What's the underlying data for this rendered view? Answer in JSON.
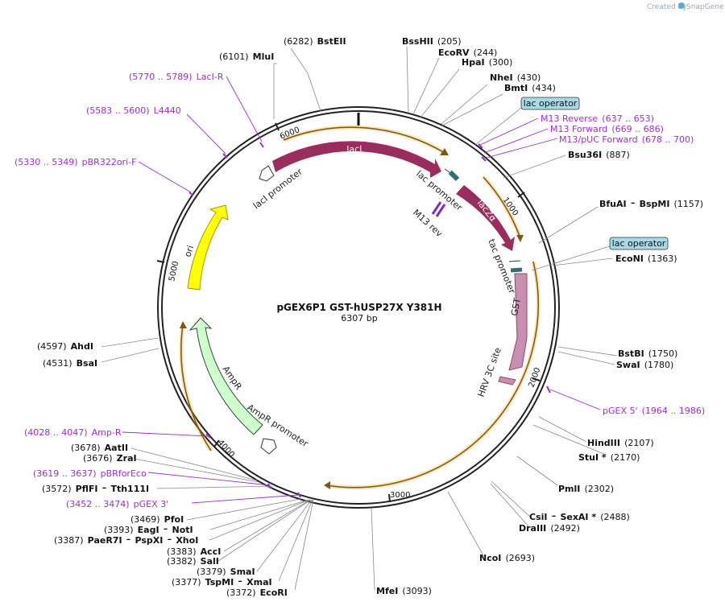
{
  "credit": {
    "prefix": "Created by",
    "brand": "SnapGene"
  },
  "plasmid": {
    "name": "pGEX6P1 GST-hUSP27X Y381H",
    "length": "6307 bp"
  },
  "ring_ticks": [
    "1000",
    "2000",
    "3000",
    "4000",
    "5000",
    "6000"
  ],
  "sites": [
    {
      "pos": "(6282)",
      "name": "BstEII"
    },
    {
      "name": "BssHII",
      "pos": "(205)"
    },
    {
      "name": "EcoRV",
      "pos": "(244)"
    },
    {
      "name": "HpaI",
      "pos": "(300)"
    },
    {
      "pos": "(6101)",
      "name": "MluI"
    },
    {
      "name": "NheI",
      "pos": "(430)"
    },
    {
      "name": "BmtI",
      "pos": "(434)"
    },
    {
      "name": "Bsu36I",
      "pos": "(887)"
    },
    {
      "name": "BfuAI",
      "name2": "BspMI",
      "pos": "(1157)"
    },
    {
      "name": "EcoNI",
      "pos": "(1363)"
    },
    {
      "name": "BstBI",
      "pos": "(1750)"
    },
    {
      "name": "SwaI",
      "pos": "(1780)"
    },
    {
      "name": "HindIII",
      "pos": "(2107)"
    },
    {
      "name": "StuI *",
      "pos": "(2170)"
    },
    {
      "name": "PmlI",
      "pos": "(2302)"
    },
    {
      "name": "CsiI",
      "name2": "SexAI *",
      "pos": "(2488)"
    },
    {
      "name": "DraIII",
      "pos": "(2492)"
    },
    {
      "name": "NcoI",
      "pos": "(2693)"
    },
    {
      "name": "MfeI",
      "pos": "(3093)"
    },
    {
      "pos": "(4597)",
      "name": "AhdI"
    },
    {
      "pos": "(4531)",
      "name": "BsaI"
    },
    {
      "pos": "(3678)",
      "name": "AatII"
    },
    {
      "pos": "(3676)",
      "name": "ZraI"
    },
    {
      "pos": "(3572)",
      "name": "PflFI",
      "name2": "Tth111I"
    },
    {
      "pos": "(3469)",
      "name": "PfoI"
    },
    {
      "pos": "(3393)",
      "name": "EagI",
      "name2": "NotI"
    },
    {
      "pos": "(3387)",
      "name": "PaeR7I",
      "name2": "PspXI",
      "name3": "XhoI"
    },
    {
      "pos": "(3383)",
      "name": "AccI"
    },
    {
      "pos": "(3382)",
      "name": "SalI"
    },
    {
      "pos": "(3379)",
      "name": "SmaI"
    },
    {
      "pos": "(3377)",
      "name": "TspMI",
      "name2": "XmaI"
    },
    {
      "pos": "(3372)",
      "name": "EcoRI"
    }
  ],
  "primers": [
    {
      "range": "(5770 .. 5789)",
      "name": "LacI-R"
    },
    {
      "range": "(5583 .. 5600)",
      "name": "L4440"
    },
    {
      "range": "(5330 .. 5349)",
      "name": "pBR322ori-F"
    },
    {
      "name": "M13 Reverse",
      "range": "(637 .. 653)"
    },
    {
      "name": "M13 Forward",
      "range": "(669 .. 686)"
    },
    {
      "name": "M13/pUC Forward",
      "range": "(678 .. 700)"
    },
    {
      "name": "pGEX 5'",
      "range": "(1964 .. 1986)"
    },
    {
      "range": "(4028 .. 4047)",
      "name": "Amp-R"
    },
    {
      "range": "(3619 .. 3637)",
      "name": "pBRforEco"
    },
    {
      "range": "(3452 .. 3474)",
      "name": "pGEX 3'"
    }
  ],
  "boxed_features": [
    {
      "label": "lac operator"
    },
    {
      "label": "lac operator"
    }
  ],
  "features": {
    "lacI": "lacI",
    "lacI_promoter": "lacI promoter",
    "lac_promoter": "lac promoter",
    "lacZa": "lacZα",
    "m13_rev": "M13 rev",
    "tac_promoter": "tac promoter",
    "gst": "GST",
    "hrv": "HRV 3C site",
    "ori": "ori",
    "ampr": "AmpR",
    "ampr_promoter": "AmpR promoter"
  },
  "colors": {
    "lacI": "#9b2c5e",
    "lacZa": "#9b2c5e",
    "gst": "#c98fb0",
    "ori": "#ffff00",
    "ampr": "#ccffcc",
    "orange": "#f5a623",
    "primer": "#9a2fd1",
    "operator": "#a9d8e6"
  }
}
